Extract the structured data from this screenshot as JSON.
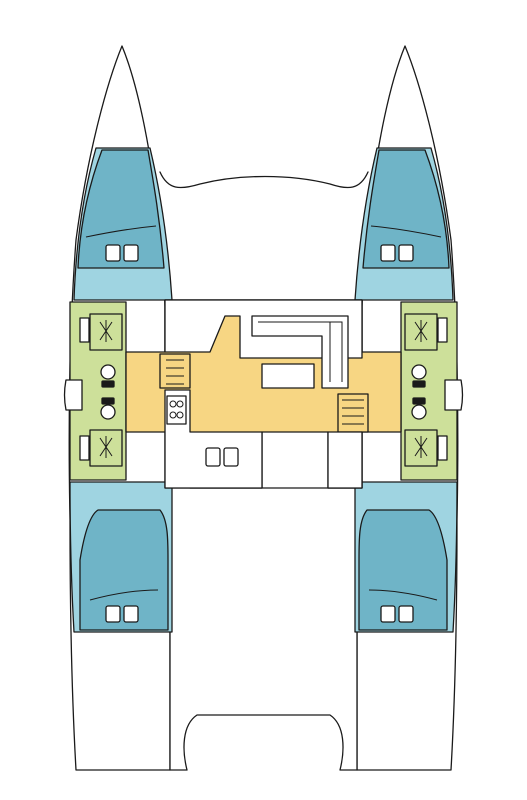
{
  "diagram": {
    "type": "catamaran-deck-layout",
    "orientation": "bow-up",
    "hulls": [
      "port",
      "starboard"
    ],
    "zones": [
      {
        "id": "port-forward-cabin",
        "kind": "cabin",
        "color": "#9fd4e1"
      },
      {
        "id": "starboard-forward-cabin",
        "kind": "cabin",
        "color": "#9fd4e1"
      },
      {
        "id": "port-aft-cabin",
        "kind": "cabin",
        "color": "#9fd4e1"
      },
      {
        "id": "starboard-aft-cabin",
        "kind": "cabin",
        "color": "#9fd4e1"
      },
      {
        "id": "port-heads",
        "kind": "bathroom",
        "color": "#cde09a"
      },
      {
        "id": "starboard-heads",
        "kind": "bathroom",
        "color": "#cde09a"
      },
      {
        "id": "saloon",
        "kind": "saloon-galley",
        "color": "#f7d683"
      }
    ],
    "colors": {
      "hull": "#ffffff",
      "cabin": "#9fd4e1",
      "bed": "#6fb4c7",
      "heads": "#cde09a",
      "saloon": "#f7d683",
      "outline": "#1a1a1a"
    }
  }
}
